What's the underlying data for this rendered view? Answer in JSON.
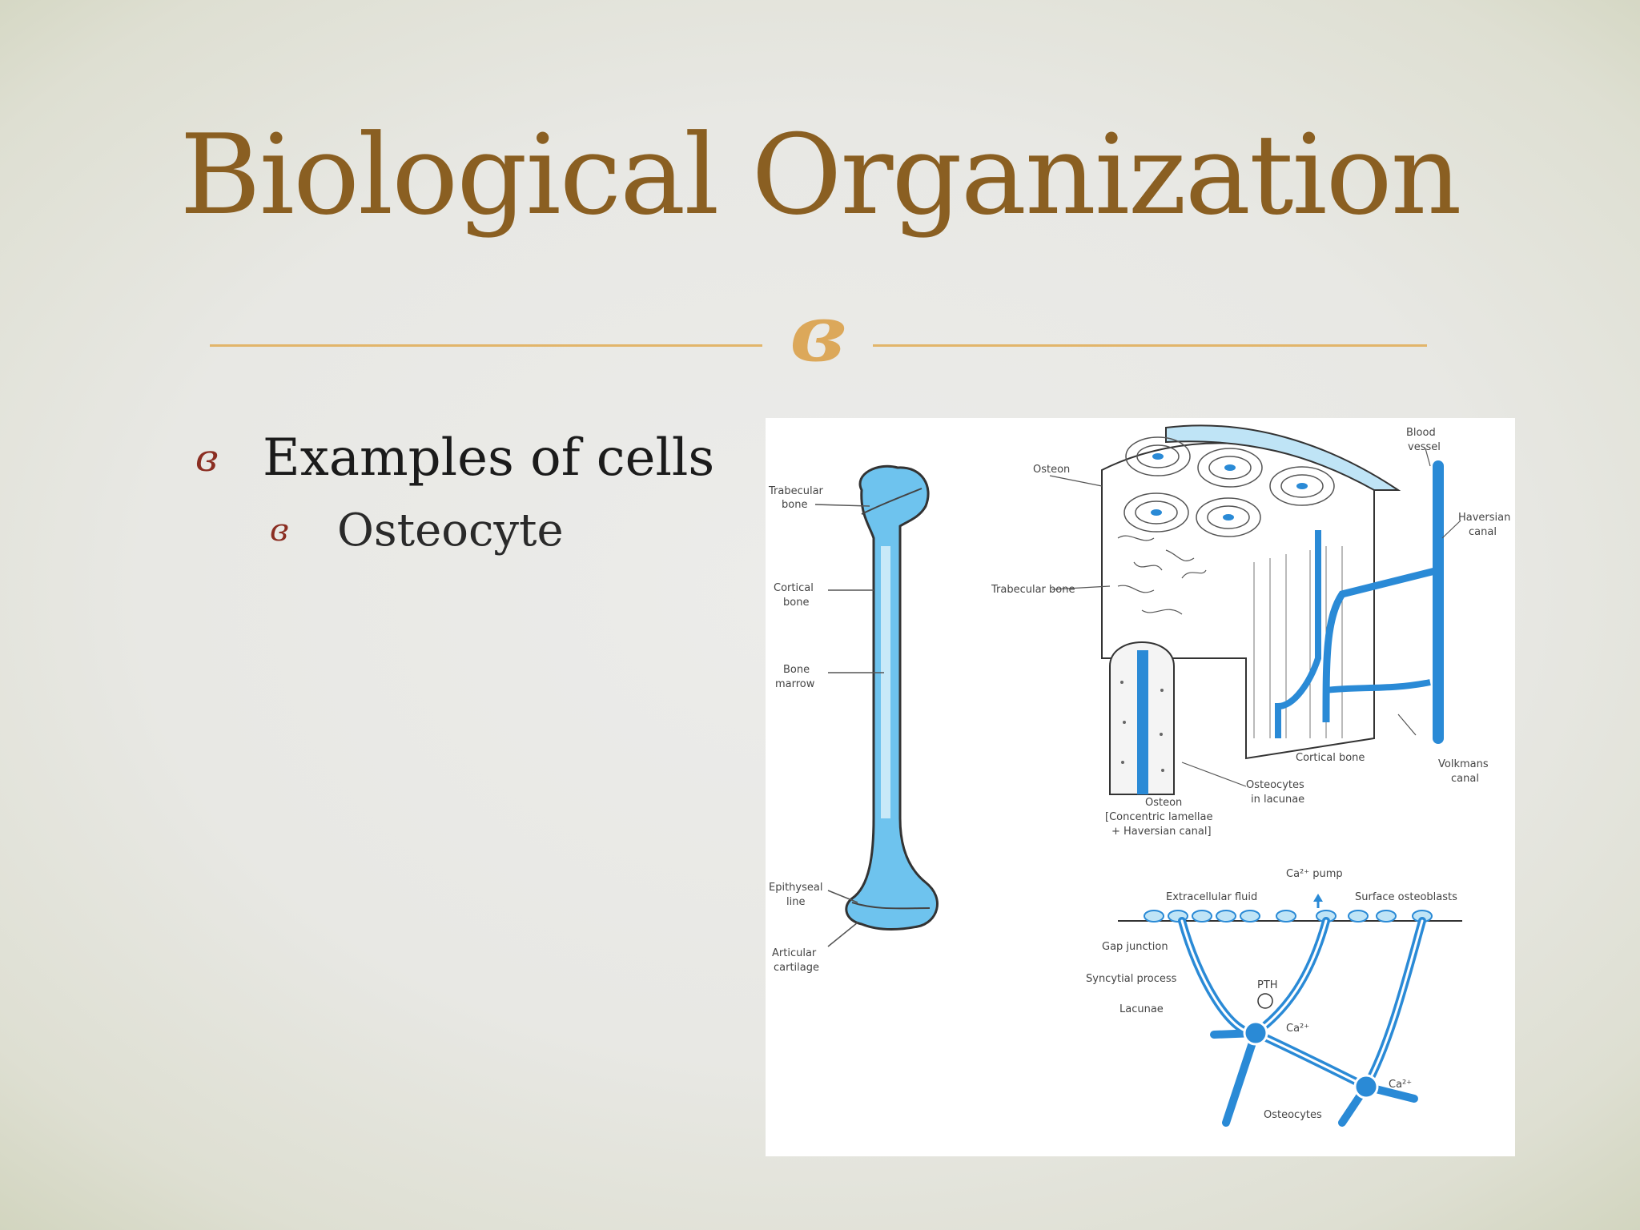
{
  "slide": {
    "title": "Biological Organization",
    "divider_glyph": "ɞ",
    "bullet_glyph": "ɞ",
    "bullets": [
      {
        "text": "Examples of cells",
        "level": 1
      },
      {
        "text": "Osteocyte",
        "level": 2
      }
    ]
  },
  "figure": {
    "labels": {
      "trabecular_bone_line1": "Trabecular",
      "trabecular_bone_line2": "bone",
      "cortical_bone_line1": "Cortical",
      "cortical_bone_line2": "bone",
      "bone_marrow_line1": "Bone",
      "bone_marrow_line2": "marrow",
      "epiphyseal_line1": "Epithyseal",
      "epiphyseal_line2": "line",
      "articular_line1": "Articular",
      "articular_line2": "cartilage",
      "osteon": "Osteon",
      "blood_vessel_line1": "Blood",
      "blood_vessel_line2": "vessel",
      "haversian_line1": "Haversian",
      "haversian_line2": "canal",
      "trabecular_bone_inline": "Trabecular bone",
      "cortical_bone_bottom": "Cortical bone",
      "volkmans_line1": "Volkmans",
      "volkmans_line2": "canal",
      "osteocytes_lacunae_line1": "Osteocytes",
      "osteocytes_lacunae_line2": "in lacunae",
      "osteon_detail_line1": "Osteon",
      "osteon_detail_line2": "[Concentric lamellae",
      "osteon_detail_line3": "+ Haversian canal]",
      "ca_pump": "Ca²⁺ pump",
      "extracellular_fluid": "Extracellular fluid",
      "surface_osteoblasts": "Surface osteoblasts",
      "gap_junction": "Gap junction",
      "syncytial_process": "Syncytial process",
      "pth": "PTH",
      "lacunae": "Lacunae",
      "ca1": "Ca²⁺",
      "ca2": "Ca²⁺",
      "osteocytes": "Osteocytes"
    },
    "colors": {
      "bone_fill": "#6ec3ee",
      "vessel": "#2a8ad6",
      "outline": "#333333"
    }
  }
}
